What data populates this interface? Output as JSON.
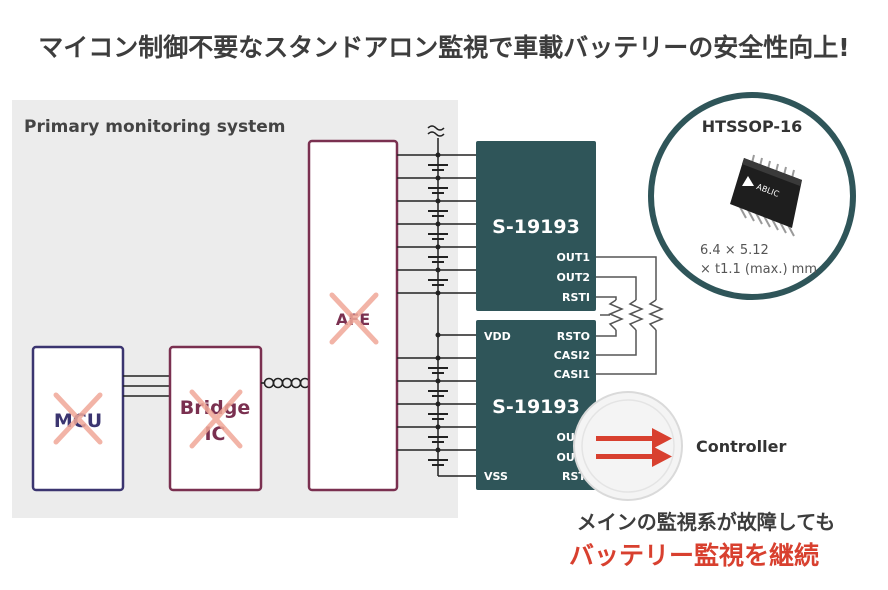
{
  "title": "マイコン制御不要なスタンドアロン監視で車載バッテリーの安全性向上!",
  "primary_system": {
    "label": "Primary monitoring system"
  },
  "blocks": {
    "mcu": "MCU",
    "bridge_line1": "Bridge",
    "bridge_line2": "IC",
    "afe": "AFE"
  },
  "chips": [
    {
      "name": "S-19193",
      "pins_right": [
        "OUT1",
        "OUT2",
        "RSTI"
      ]
    },
    {
      "name": "S-19193",
      "pins_left": [
        "VDD",
        "VSS"
      ],
      "pins_right_top": [
        "RSTO",
        "CASI2",
        "CASI1"
      ],
      "pins_right_bottom": [
        "OUT1",
        "OUT2",
        "RSTI"
      ]
    }
  ],
  "package": {
    "name": "HTSSOP-16",
    "logo": "ABLIC",
    "dim_line1": "6.4 × 5.12",
    "dim_line2": "× t1.1 (max.) mm"
  },
  "controller": {
    "label": "Controller"
  },
  "message": {
    "line1": "メインの監視系が故障しても",
    "line2": "バッテリー監視を継続"
  },
  "colors": {
    "chip": "#2f5559",
    "accent_red": "#d8402f",
    "cross": "#f0a898",
    "block_border": "#7a3050",
    "mcu_border": "#3b3570",
    "panel": "#ececec"
  }
}
